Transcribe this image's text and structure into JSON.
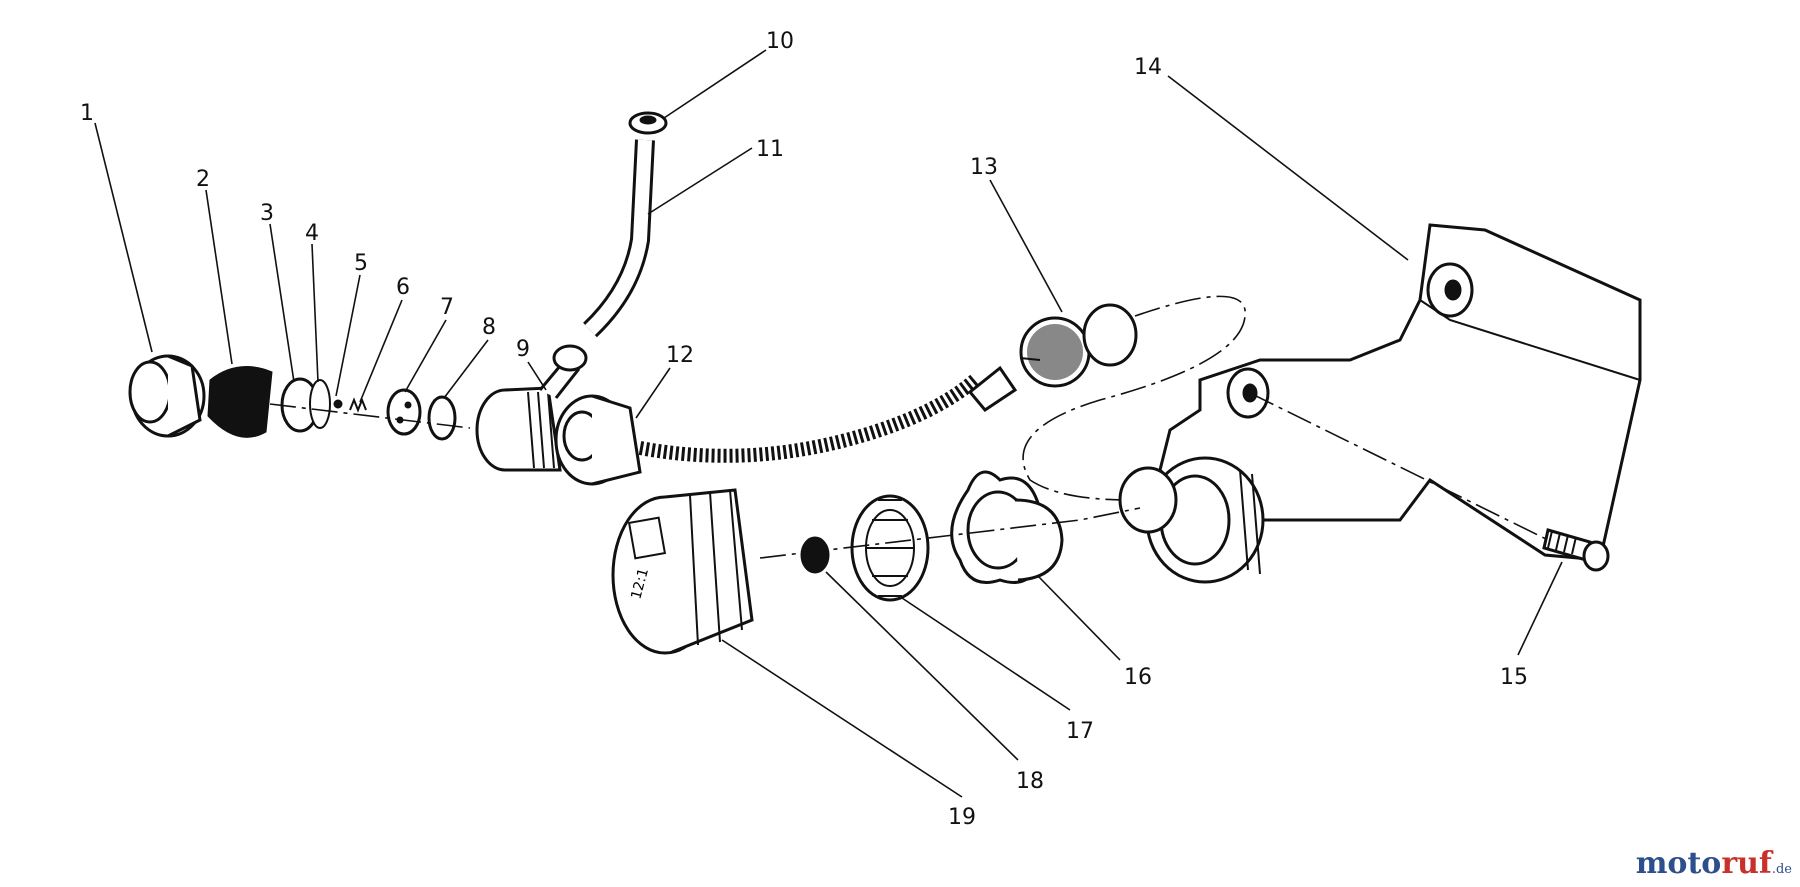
{
  "callouts": [
    "1",
    "2",
    "3",
    "4",
    "5",
    "6",
    "7",
    "8",
    "9",
    "10",
    "11",
    "12",
    "13",
    "14",
    "15",
    "16",
    "17",
    "18",
    "19"
  ],
  "watermark": {
    "part_a": "moto",
    "part_b": "ruf",
    "part_c": ".de"
  },
  "colors": {
    "line": "#111111",
    "background": "#ffffff",
    "watermark_blue": "#2d4f8c",
    "watermark_red": "#c8302c"
  }
}
